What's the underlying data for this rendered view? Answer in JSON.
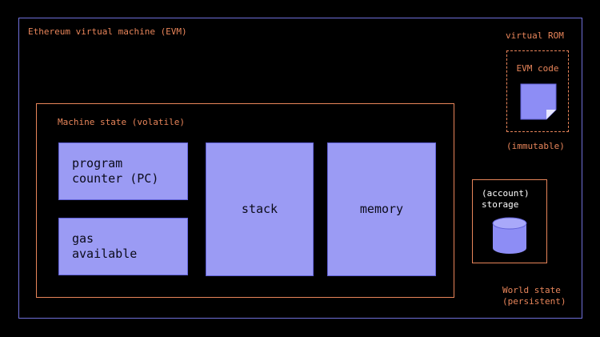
{
  "evm": {
    "title": "Ethereum virtual machine (EVM)"
  },
  "machine_state": {
    "title": "Machine state (volatile)",
    "items": {
      "program_counter": "program\ncounter (PC)",
      "gas": "gas\navailable",
      "stack": "stack",
      "memory": "memory"
    }
  },
  "virtual_rom": {
    "title": "virtual ROM",
    "code_label": "EVM code",
    "note": "(immutable)",
    "icon": "document-icon"
  },
  "storage": {
    "label": "(account)\nstorage",
    "icon": "database-cylinder-icon"
  },
  "world_state": {
    "label": "World state\n(persistent)"
  },
  "colors": {
    "background": "#000000",
    "evm_border": "#6f6fd9",
    "accent_orange": "#e8855a",
    "box_fill": "#9b9bf4",
    "box_border": "#6262d8",
    "box_text": "#0b0b1a"
  }
}
